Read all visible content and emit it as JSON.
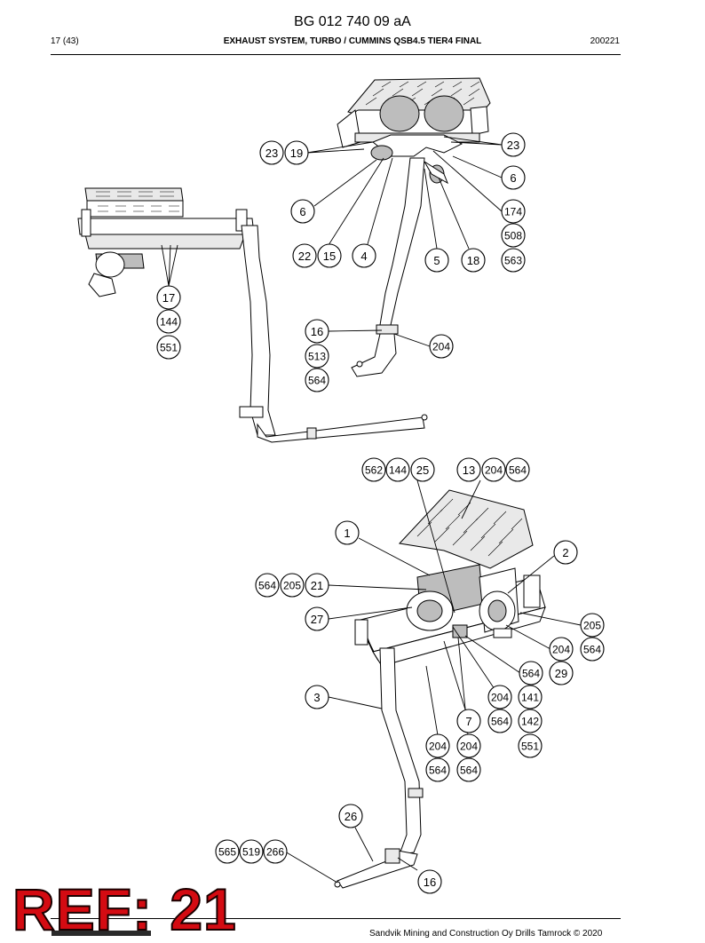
{
  "header": {
    "doc_code": "BG 012 740 09 aA",
    "page": "17 (43)",
    "title": "EXHAUST SYSTEM, TURBO / CUMMINS QSB4.5 TIER4 FINAL",
    "date": "200221"
  },
  "footer": {
    "copyright": "Sandvik Mining and Construction Oy Drills Tamrock © 2020"
  },
  "stamp": {
    "text": "REF: 21",
    "color": "#d40b12"
  },
  "callouts": [
    "23",
    "19",
    "23",
    "6",
    "6",
    "174",
    "508",
    "563",
    "22",
    "15",
    "4",
    "5",
    "18",
    "17",
    "144",
    "551",
    "16",
    "204",
    "564",
    "513",
    "564",
    "562",
    "144",
    "25",
    "13",
    "204",
    "564",
    "1",
    "2",
    "564",
    "205",
    "21",
    "27",
    "205",
    "204",
    "564",
    "29",
    "564",
    "3",
    "204",
    "141",
    "7",
    "564",
    "142",
    "204",
    "204",
    "551",
    "564",
    "564",
    "26",
    "565",
    "519",
    "266",
    "16"
  ]
}
